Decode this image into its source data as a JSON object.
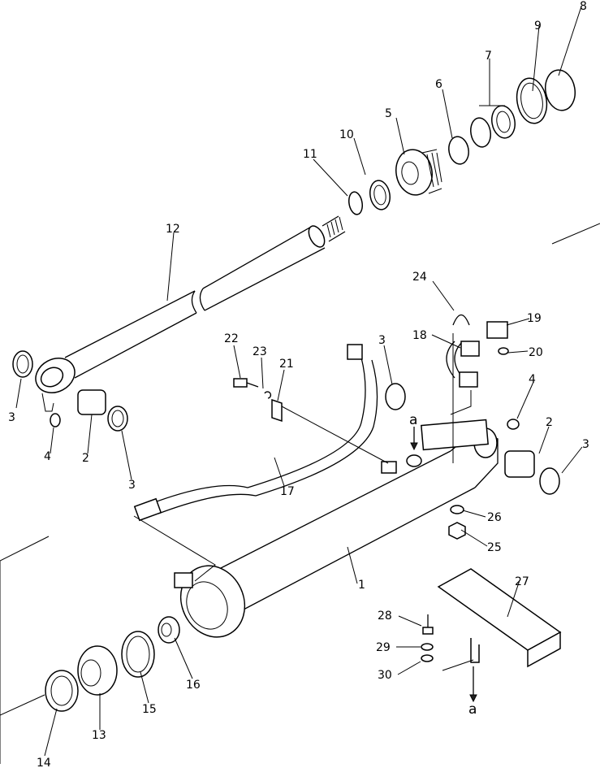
{
  "callouts": [
    {
      "id": "c8",
      "text": "8"
    },
    {
      "id": "c9",
      "text": "9"
    },
    {
      "id": "c7",
      "text": "7"
    },
    {
      "id": "c6",
      "text": "6"
    },
    {
      "id": "c5",
      "text": "5"
    },
    {
      "id": "c10",
      "text": "10"
    },
    {
      "id": "c11",
      "text": "11"
    },
    {
      "id": "c12",
      "text": "12"
    },
    {
      "id": "c24",
      "text": "24"
    },
    {
      "id": "c19",
      "text": "19"
    },
    {
      "id": "c18",
      "text": "18"
    },
    {
      "id": "c20",
      "text": "20"
    },
    {
      "id": "c22",
      "text": "22"
    },
    {
      "id": "c23",
      "text": "23"
    },
    {
      "id": "c21",
      "text": "21"
    },
    {
      "id": "c3a",
      "text": "3"
    },
    {
      "id": "c3b",
      "text": "3"
    },
    {
      "id": "c4a",
      "text": "4"
    },
    {
      "id": "c2a",
      "text": "2"
    },
    {
      "id": "c3c",
      "text": "3"
    },
    {
      "id": "c4b",
      "text": "4"
    },
    {
      "id": "c2b",
      "text": "2"
    },
    {
      "id": "c3d",
      "text": "3"
    },
    {
      "id": "c17",
      "text": "17"
    },
    {
      "id": "c26",
      "text": "26"
    },
    {
      "id": "c25",
      "text": "25"
    },
    {
      "id": "c1",
      "text": "1"
    },
    {
      "id": "c27",
      "text": "27"
    },
    {
      "id": "c28",
      "text": "28"
    },
    {
      "id": "c29",
      "text": "29"
    },
    {
      "id": "c30",
      "text": "30"
    },
    {
      "id": "c16",
      "text": "16"
    },
    {
      "id": "c15",
      "text": "15"
    },
    {
      "id": "c13",
      "text": "13"
    },
    {
      "id": "c14",
      "text": "14"
    }
  ],
  "ref_marks": [
    {
      "id": "ra1",
      "text": "a"
    },
    {
      "id": "ra2",
      "text": "a"
    }
  ]
}
